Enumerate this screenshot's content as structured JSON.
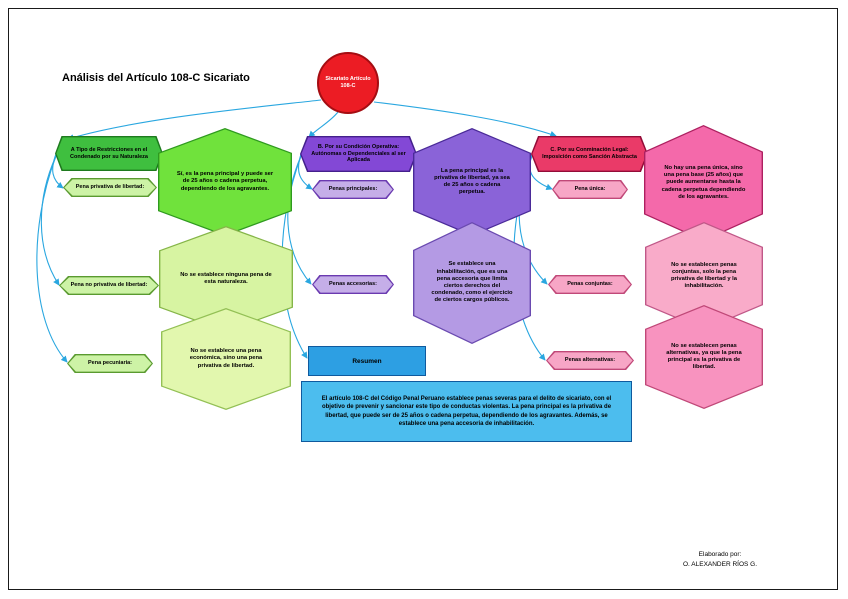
{
  "page": {
    "title": "Análisis del Artículo 108-C Sicariato",
    "credit": {
      "line1": "Elaborado por:",
      "line2": "O. ALEXANDER RÍOS G."
    }
  },
  "root": {
    "label": "Sicariato Artículo 108-C"
  },
  "branches": [
    {
      "id": "A",
      "header": "A Tipo de Restricciones en el Condenado por su Naturaleza",
      "items": [
        {
          "label": "Pena privativa de libertad:",
          "content": "Sí, es la pena principal y puede ser de 25 años o cadena perpetua, dependiendo de los agravantes."
        },
        {
          "label": "Pena no privativa de libertad:",
          "content": "No se establece ninguna pena de esta naturaleza."
        },
        {
          "label": "Pena pecuniaria:",
          "content": "No se establece una pena económica, sino una pena privativa de libertad."
        }
      ]
    },
    {
      "id": "B",
      "header": "B. Por su Condición Operativa: Autónomas o Dependenciales al ser Aplicada",
      "items": [
        {
          "label": "Penas principales:",
          "content": "La pena principal es la privativa de libertad, ya sea de 25 años o cadena perpetua."
        },
        {
          "label": "Penas accesorias:",
          "content": "Se establece una inhabilitación, que es una pena accesoria que limita ciertos derechos del condenado, como el ejercicio de ciertos cargos públicos."
        }
      ]
    },
    {
      "id": "C",
      "header": "C. Por su Conminación Legal: Imposición como Sanción Abstracta",
      "items": [
        {
          "label": "Pena única:",
          "content": "No hay una pena única, sino una pena base (25 años) que puede aumentarse hasta la cadena perpetua dependiendo de los agravantes."
        },
        {
          "label": "Penas conjuntas:",
          "content": "No se establecen penas conjuntas, solo la pena privativa de libertad y la inhabilitación."
        },
        {
          "label": "Penas alternativas:",
          "content": "No se establecen penas alternativas, ya que la pena principal es la privativa de libertad."
        }
      ]
    }
  ],
  "summary": {
    "tab_label": "Resumen",
    "text": "El artículo 108-C del Código Penal Peruano establece penas severas para el delito de sicariato, con el objetivo de prevenir y sancionar este tipo de conductas violentas. La pena principal es la privativa de libertad, que puede ser de 25 años o cadena perpetua, dependiendo de los agravantes. Además, se establece una pena accesoria de inhabilitación."
  },
  "colors": {
    "root_fill": "#ec1c24",
    "branch_a": "#3fbf3f",
    "branch_b": "#8348d6",
    "branch_c": "#ea3a68",
    "summary_blue": "#2d9fe3",
    "connector": "#2aa7e0"
  }
}
